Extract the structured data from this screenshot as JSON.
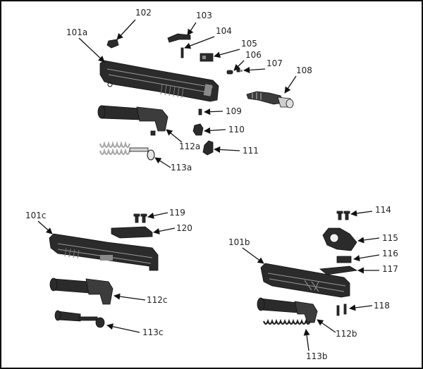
{
  "colors": {
    "part": "#2b2b2b",
    "highlight": "#8a8a8a",
    "spring_light": "#a8a8a8",
    "spring_dark": "#1e1e1e",
    "border": "#111111"
  },
  "labels": {
    "l101a": "101a",
    "l102": "102",
    "l103": "103",
    "l104": "104",
    "l105": "105",
    "l106": "106",
    "l107": "107",
    "l108": "108",
    "l109": "109",
    "l110": "110",
    "l111": "111",
    "l112a": "112a",
    "l113a": "113a",
    "l101c": "101c",
    "l119": "119",
    "l120": "120",
    "l112c": "112c",
    "l113c": "113c",
    "l101b": "101b",
    "l114": "114",
    "l115": "115",
    "l116": "116",
    "l117": "117",
    "l118": "118",
    "l112b": "112b",
    "l113b": "113b"
  }
}
